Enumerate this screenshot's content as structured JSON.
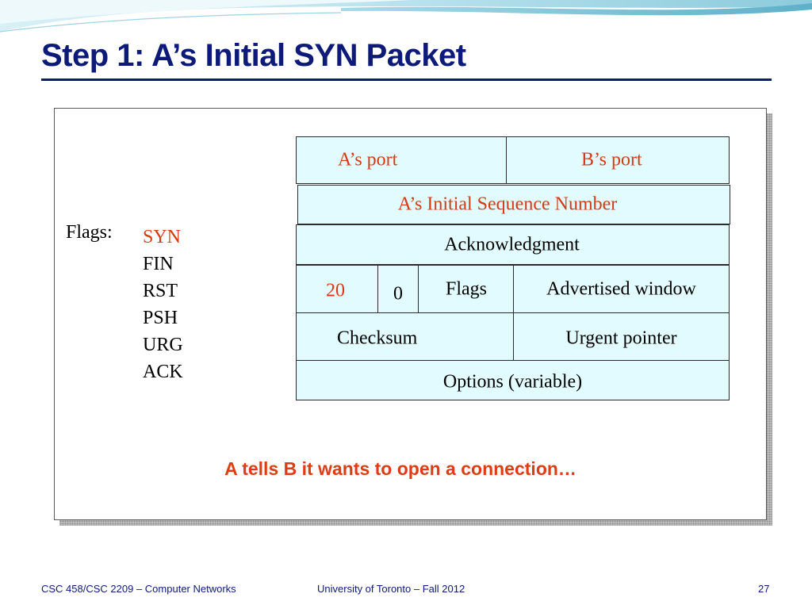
{
  "slide": {
    "title": "Step 1: A’s Initial SYN Packet",
    "caption": "A tells B it wants to open a connection…",
    "colors": {
      "title": "#0d1a78",
      "highlight": "#d63a14",
      "cell_fill": "#e1fbff"
    }
  },
  "flags": {
    "label": "Flags:",
    "items": [
      "SYN",
      "FIN",
      "RST",
      "PSH",
      "URG",
      "ACK"
    ]
  },
  "header": {
    "src_port": "A’s port",
    "dst_port": "B’s port",
    "sequence": "A’s Initial Sequence Number",
    "ack": "Acknowledgment",
    "hdr_len": "20",
    "reserved": "0",
    "flags": "Flags",
    "window": "Advertised window",
    "checksum": "Checksum",
    "urgent": "Urgent pointer",
    "options": "Options (variable)"
  },
  "footer": {
    "course": "CSC 458/CSC 2209 – Computer Networks",
    "institution": "University of Toronto – Fall 2012",
    "page": "27"
  }
}
